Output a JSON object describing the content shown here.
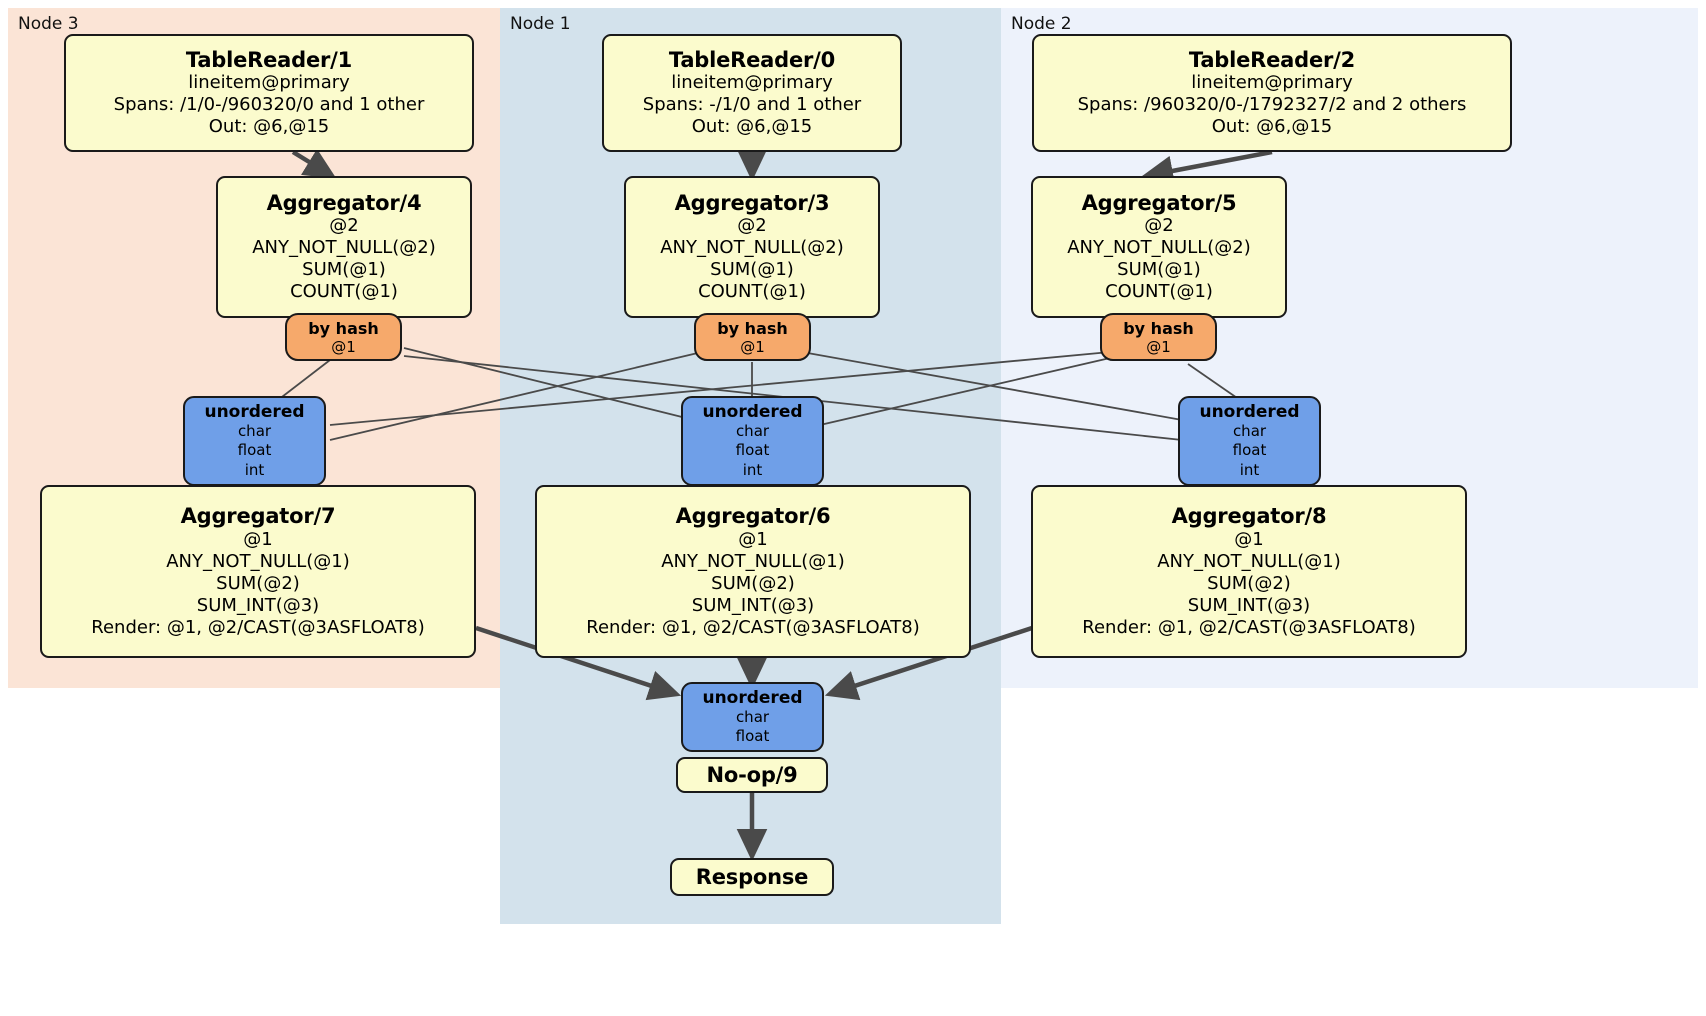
{
  "diagram": {
    "type": "distributed-query-plan",
    "regions": [
      {
        "id": "node3",
        "label": "Node 3",
        "color": "#fbe4d6"
      },
      {
        "id": "node1",
        "label": "Node 1",
        "color": "#d3e2ec"
      },
      {
        "id": "node2",
        "label": "Node 2",
        "color": "#edf2fb"
      }
    ],
    "colors": {
      "processor_fill": "#fbfbcd",
      "router_fill": "#f6a96b",
      "synchronizer_fill": "#6f9fe8",
      "edge_stroke": "#4a4a4a",
      "border": "#1a1a1a"
    },
    "nodes": {
      "tablereader1": {
        "title": "TableReader/1",
        "lines": [
          "lineitem@primary",
          "Spans: /1/0-/960320/0 and 1 other",
          "Out: @6,@15"
        ]
      },
      "tablereader0": {
        "title": "TableReader/0",
        "lines": [
          "lineitem@primary",
          "Spans: -/1/0 and 1 other",
          "Out: @6,@15"
        ]
      },
      "tablereader2": {
        "title": "TableReader/2",
        "lines": [
          "lineitem@primary",
          "Spans: /960320/0-/1792327/2 and 2 others",
          "Out: @6,@15"
        ]
      },
      "aggregator4": {
        "title": "Aggregator/4",
        "lines": [
          "@2",
          "ANY_NOT_NULL(@2)",
          "SUM(@1)",
          "COUNT(@1)"
        ]
      },
      "aggregator3": {
        "title": "Aggregator/3",
        "lines": [
          "@2",
          "ANY_NOT_NULL(@2)",
          "SUM(@1)",
          "COUNT(@1)"
        ]
      },
      "aggregator5": {
        "title": "Aggregator/5",
        "lines": [
          "@2",
          "ANY_NOT_NULL(@2)",
          "SUM(@1)",
          "COUNT(@1)"
        ]
      },
      "router_left": {
        "title": "by hash",
        "lines": [
          "@1"
        ]
      },
      "router_center": {
        "title": "by hash",
        "lines": [
          "@1"
        ]
      },
      "router_right": {
        "title": "by hash",
        "lines": [
          "@1"
        ]
      },
      "sync_left": {
        "title": "unordered",
        "lines": [
          "char",
          "float",
          "int"
        ]
      },
      "sync_center": {
        "title": "unordered",
        "lines": [
          "char",
          "float",
          "int"
        ]
      },
      "sync_right": {
        "title": "unordered",
        "lines": [
          "char",
          "float",
          "int"
        ]
      },
      "aggregator7": {
        "title": "Aggregator/7",
        "lines": [
          "@1",
          "ANY_NOT_NULL(@1)",
          "SUM(@2)",
          "SUM_INT(@3)",
          "Render: @1, @2/CAST(@3ASFLOAT8)"
        ]
      },
      "aggregator6": {
        "title": "Aggregator/6",
        "lines": [
          "@1",
          "ANY_NOT_NULL(@1)",
          "SUM(@2)",
          "SUM_INT(@3)",
          "Render: @1, @2/CAST(@3ASFLOAT8)"
        ]
      },
      "aggregator8": {
        "title": "Aggregator/8",
        "lines": [
          "@1",
          "ANY_NOT_NULL(@1)",
          "SUM(@2)",
          "SUM_INT(@3)",
          "Render: @1, @2/CAST(@3ASFLOAT8)"
        ]
      },
      "sync_final": {
        "title": "unordered",
        "lines": [
          "char",
          "float"
        ]
      },
      "noop9": {
        "title": "No-op/9"
      },
      "response": {
        "title": "Response"
      }
    }
  }
}
